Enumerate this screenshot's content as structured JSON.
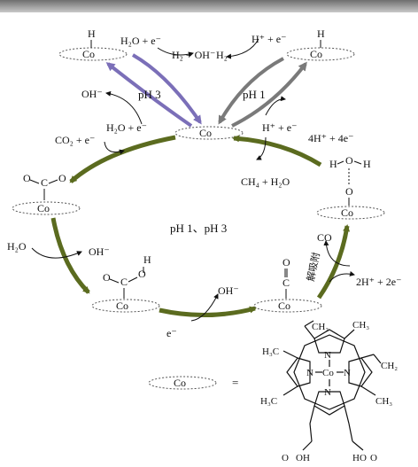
{
  "window": {
    "top_bar_color": "#8a8a8a"
  },
  "labels": {
    "co": "Co",
    "h": "H",
    "o": "O",
    "c": "C",
    "oh_minus": "OH⁻",
    "h2o_plus_e": "H₂O + e⁻",
    "h2_plus_oh": "H₂ + OH⁻",
    "h2": "H₂",
    "hplus_plus_e": "H⁺ + e⁻",
    "ph3": "pH 3",
    "ph1": "pH 1",
    "h2o_plus_e_mid": "H₂O + e⁻",
    "hplus_plus_e_mid": "H⁺ + e⁻",
    "four_h_four_e": "4H⁺ + 4e⁻",
    "co2_plus_e": "CO₂ + e⁻",
    "ch4_plus_h2o": "CH₄ + H₂O",
    "ph1_ph3": "pH 1、pH 3",
    "h2o_left": "H₂O",
    "oh_minus_left": "OH⁻",
    "oh_minus_mid": "OH⁻",
    "e_minus": "e⁻",
    "co_gas": "CO",
    "desorption": "解吸附",
    "two_h_two_e": "2H⁺ + 2e⁻",
    "equals": "=",
    "por_ch2_top": "CH₂",
    "por_ch3_top": "CH₃",
    "por_h3c_left": "H₃C",
    "por_ch2_right": "CH₂",
    "por_n": "N",
    "por_co": "Co",
    "por_h3c_left2": "H₃C",
    "por_ch3_right2": "CH₃",
    "por_cooh_left": "O",
    "por_oh_left": "OH",
    "por_cooh_right": "HO",
    "por_o_right": "O"
  },
  "colors": {
    "main_cycle": "#5b6b1f",
    "ph3_arrow": "#7b6fb8",
    "ph1_arrow": "#7a7a7a",
    "ellipse": "#555555"
  }
}
